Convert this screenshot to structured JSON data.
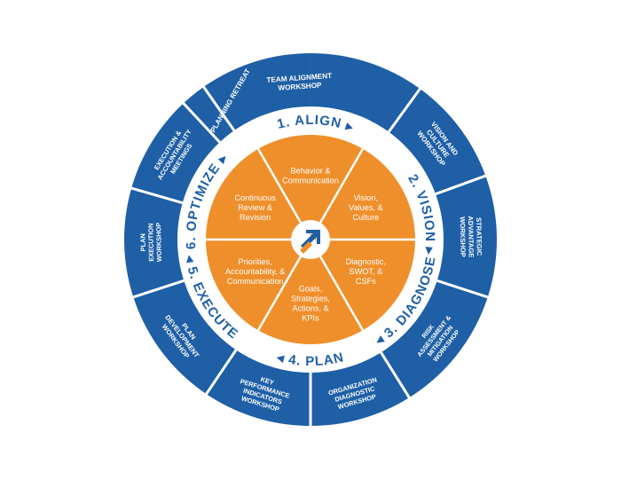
{
  "colors": {
    "blue": "#1e5fa6",
    "orange": "#ef8f2b",
    "white": "#ffffff"
  },
  "center_icon": "arrow-up-right-icon",
  "workshops": [
    {
      "lines": [
        "TEAM ALIGNMENT",
        "WORKSHOP"
      ]
    },
    {
      "lines": [
        "VISION AND",
        "CULTURE",
        "WORKSHOP"
      ]
    },
    {
      "lines": [
        "STRATEGIC",
        "ADVANTAGE",
        "WORKSHOP"
      ]
    },
    {
      "lines": [
        "RISK",
        "ASSESSMENT &",
        "MITIGATION",
        "WORKSHOP"
      ]
    },
    {
      "lines": [
        "ORGANIZATION",
        "DIAGNOSTIC",
        "WORKSHOP"
      ]
    },
    {
      "lines": [
        "KEY",
        "PERFORMANCE",
        "INDICATORS",
        "WORKSHOP"
      ]
    },
    {
      "lines": [
        "PLAN",
        "DEVELOPMENT",
        "WORKSHOP"
      ]
    },
    {
      "lines": [
        "PLAN",
        "EXECUTION",
        "WORKSHOP"
      ]
    },
    {
      "lines": [
        "EXECUTION &",
        "ACCOUNTABILITY",
        "MEETINGS"
      ]
    },
    {
      "lines": [
        "PLANNING RETREAT"
      ]
    }
  ],
  "stages": [
    {
      "label": "1. ALIGN ▸"
    },
    {
      "label": "2. VISION ▸"
    },
    {
      "label": "◂ 3. DIAGNOSE"
    },
    {
      "label": "◂ 4. PLAN"
    },
    {
      "label": "◂ 5. EXECUTE"
    },
    {
      "label": "6. OPTIMIZE ▸"
    }
  ],
  "core": [
    {
      "lines": [
        "Behavior &",
        "Communication"
      ]
    },
    {
      "lines": [
        "Vision,",
        "Values, &",
        "Culture"
      ]
    },
    {
      "lines": [
        "Diagnostic,",
        "SWOT, &",
        "CSFs"
      ]
    },
    {
      "lines": [
        "Goals,",
        "Strategies,",
        "Actions, &",
        "KPIs"
      ]
    },
    {
      "lines": [
        "Priorities,",
        "Accountability, &",
        "Communication"
      ]
    },
    {
      "lines": [
        "Continuous",
        "Review &",
        "Revision"
      ]
    }
  ]
}
